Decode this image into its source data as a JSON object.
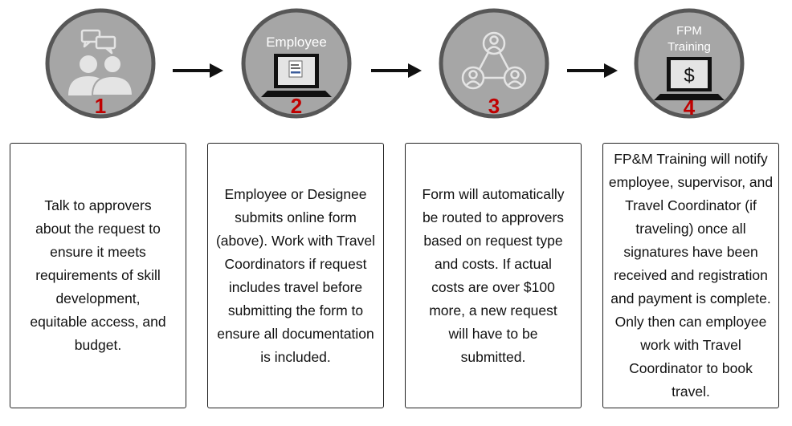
{
  "colors": {
    "circle_fill": "#a6a6a6",
    "circle_ring": "#575757",
    "number_red": "#c00000",
    "icon_light": "#e4e4e4",
    "laptop_dark": "#111111"
  },
  "steps": [
    {
      "number": "1",
      "icon": "people-chat-icon",
      "icon_label": "",
      "text": "Talk to approvers about the request to ensure it meets requirements of skill development, equitable access, and budget."
    },
    {
      "number": "2",
      "icon": "laptop-form-icon",
      "icon_label": "Employee",
      "text": "Employee or Designee submits online form (above). Work with Travel Coordinators if request includes travel before submitting the form to ensure all documentation is included."
    },
    {
      "number": "3",
      "icon": "approver-network-icon",
      "icon_label": "",
      "text": "Form will automatically be routed to approvers based on request type and costs. If actual costs are over $100 more, a new request will have to be submitted."
    },
    {
      "number": "4",
      "icon": "laptop-dollar-icon",
      "icon_label_lines": [
        "FPM",
        "Training"
      ],
      "text": "FP&M Training will notify employee, supervisor, and Travel Coordinator (if traveling) once all signatures have been received and registration and payment is complete. Only then can employee work with Travel Coordinator to book travel."
    }
  ]
}
